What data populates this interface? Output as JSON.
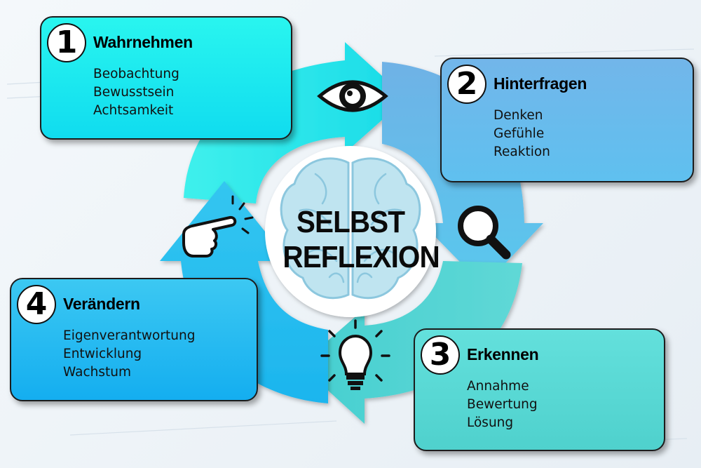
{
  "center": {
    "line1": "SELBST",
    "line2": "REFLEXION"
  },
  "steps": [
    {
      "number": "1",
      "title": "Wahrnehmen",
      "items": [
        "Beobachtung",
        "Bewusstsein",
        "Achtsamkeit"
      ],
      "icon": "eye-icon",
      "color": "#1ee8ef"
    },
    {
      "number": "2",
      "title": "Hinterfragen",
      "items": [
        "Denken",
        "Gefühle",
        "Reaktion"
      ],
      "icon": "magnifier-icon",
      "color": "#6cbaeb"
    },
    {
      "number": "3",
      "title": "Erkennen",
      "items": [
        "Annahme",
        "Bewertung",
        "Lösung"
      ],
      "icon": "lightbulb-icon",
      "color": "#58d8d4"
    },
    {
      "number": "4",
      "title": "Verändern",
      "items": [
        "Eigenverantwortung",
        "Entwicklung",
        "Wachstum"
      ],
      "icon": "pointing-hand-icon",
      "color": "#22b8f1"
    }
  ],
  "colors": {
    "background": "#eef3f7",
    "center_circle": "#ffffff",
    "brain": "#bfe4f0"
  }
}
